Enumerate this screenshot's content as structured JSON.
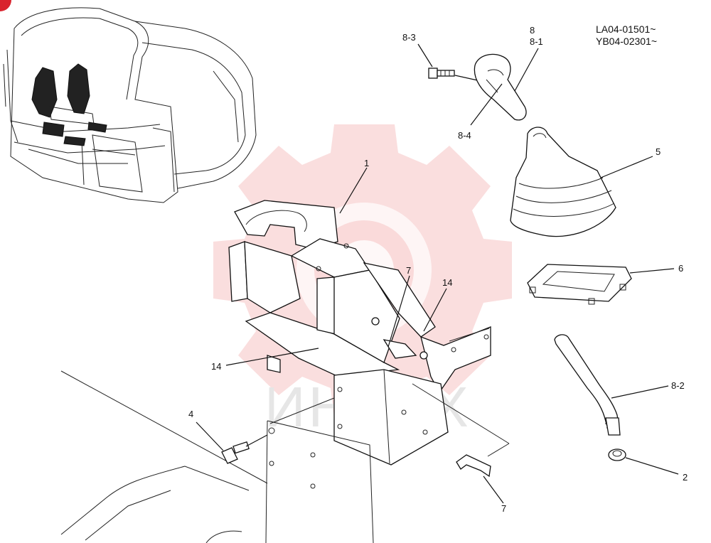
{
  "serials": [
    "LA04-01501~",
    "YB04-02301~"
  ],
  "watermark_text": "ИНТЕХ",
  "callouts": {
    "c1": "1",
    "c2": "2",
    "c4": "4",
    "c5": "5",
    "c6": "6",
    "c7a": "7",
    "c7b": "7",
    "c8": "8",
    "c8_1": "8-1",
    "c8_2": "8-2",
    "c8_3": "8-3",
    "c8_4": "8-4",
    "c14a": "14",
    "c14b": "14"
  },
  "colors": {
    "line": "#111111",
    "watermark": "#f6c2c2",
    "badge": "#d9232d"
  }
}
